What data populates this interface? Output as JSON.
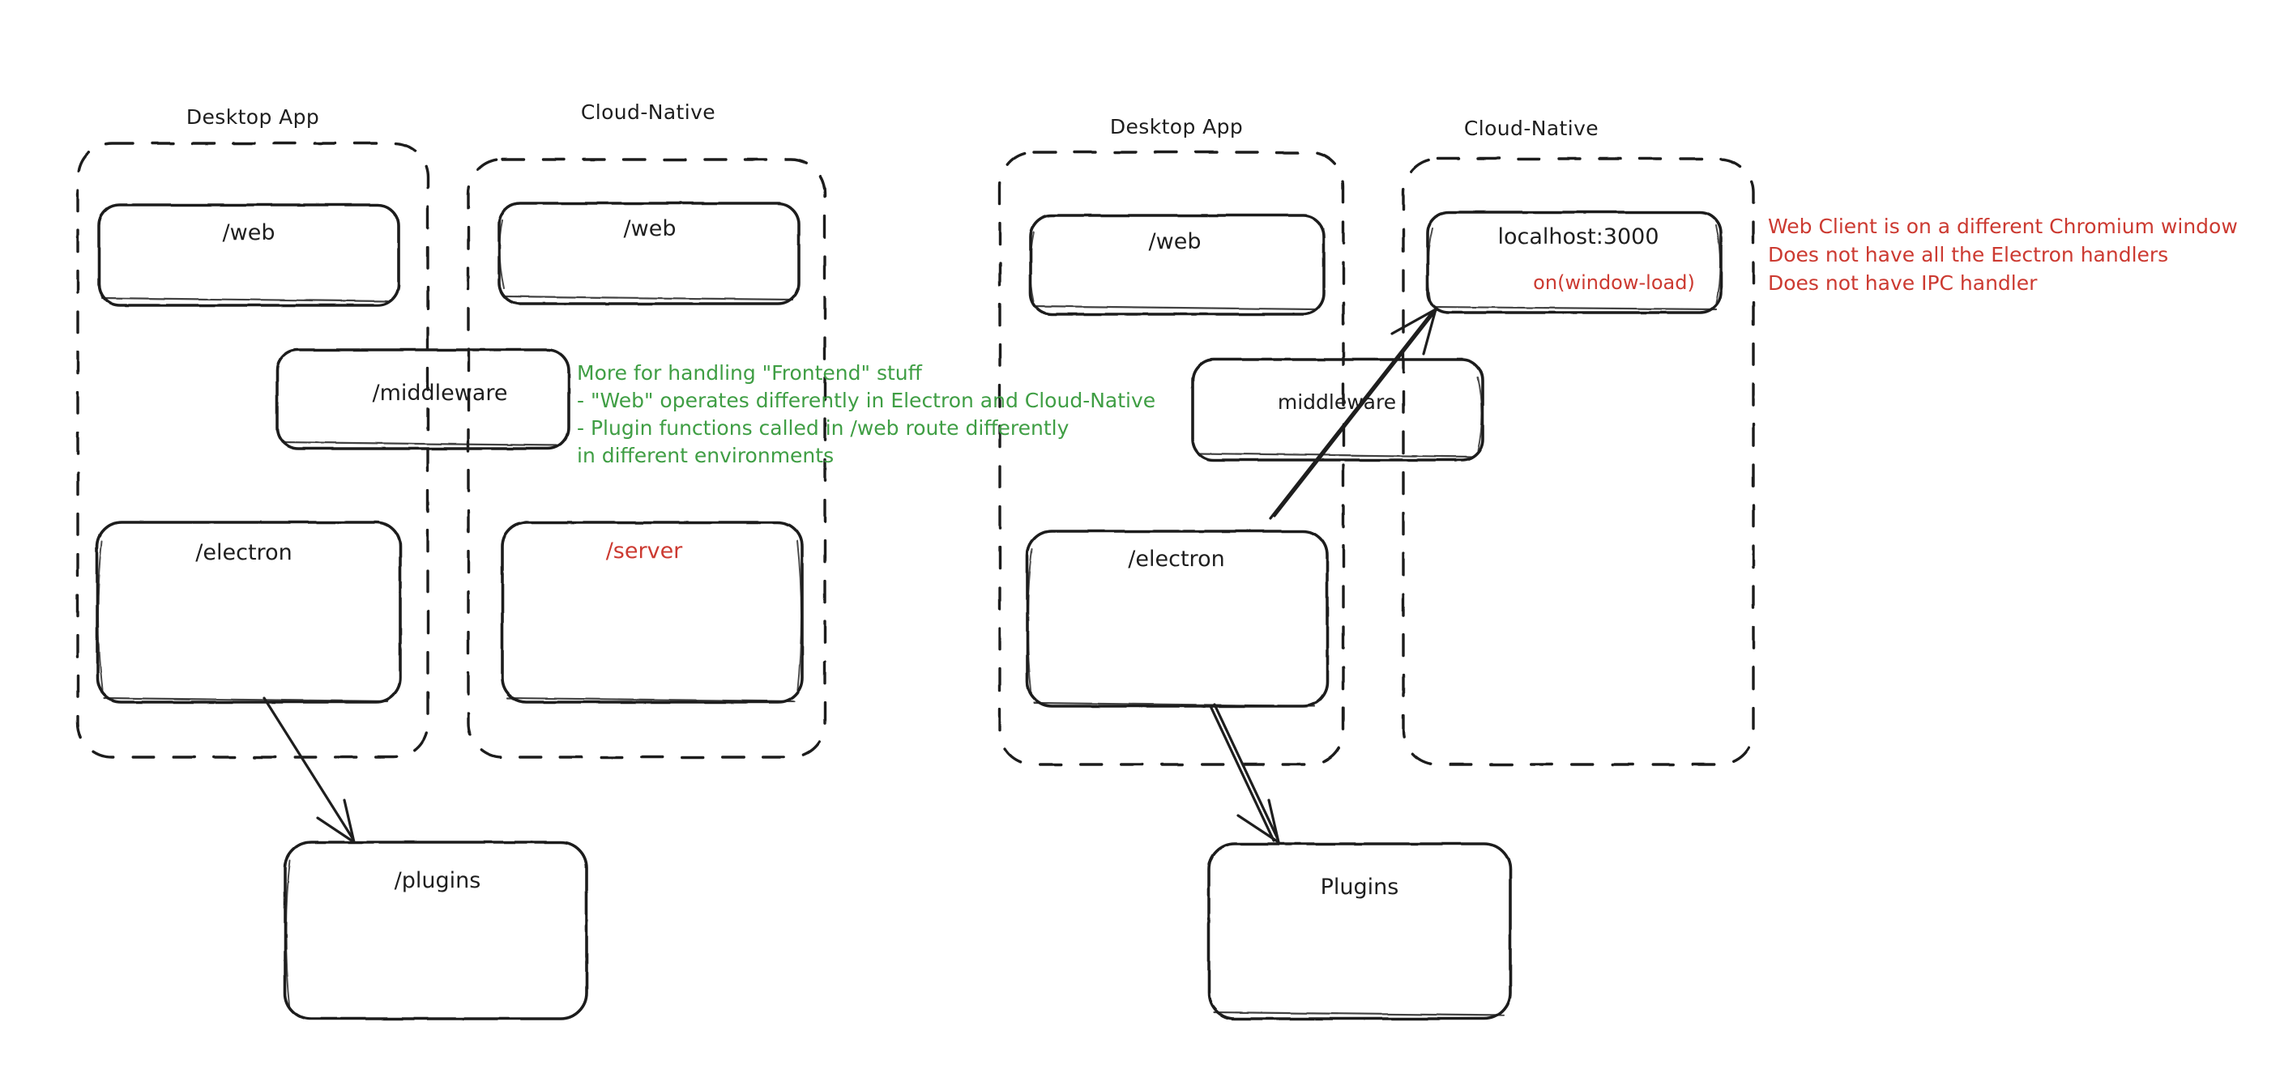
{
  "diagram": {
    "title": "Electron vs Cloud-Native routing architecture",
    "type": "hand-drawn architecture diagram",
    "colors": {
      "stroke": "#1e1e1e",
      "green_note": "#3f9e44",
      "red_note": "#cc3a31",
      "background": "#ffffff"
    }
  },
  "left_diagram": {
    "groups": [
      {
        "id": "left-desktop",
        "label": "Desktop App"
      },
      {
        "id": "left-cloud",
        "label": "Cloud-Native"
      }
    ],
    "boxes": [
      {
        "id": "left-desktop-web",
        "label": "/web",
        "color": "#1e1e1e"
      },
      {
        "id": "left-cloud-web",
        "label": "/web",
        "color": "#1e1e1e"
      },
      {
        "id": "left-middleware",
        "label": "/middleware",
        "color": "#1e1e1e"
      },
      {
        "id": "left-electron",
        "label": "/electron",
        "color": "#1e1e1e"
      },
      {
        "id": "left-server",
        "label": "/server",
        "color": "#cc3a31"
      },
      {
        "id": "left-plugins",
        "label": "/plugins",
        "color": "#1e1e1e"
      }
    ],
    "notes": [
      {
        "id": "left-green-note",
        "color": "#3f9e44",
        "lines": [
          "More for handling \"Frontend\" stuff",
          "- \"Web\" operates differently in Electron and Cloud-Native",
          "- Plugin functions called in /web route differently",
          "in different environments"
        ]
      }
    ],
    "arrows": [
      {
        "id": "left-electron-to-plugins",
        "from": "/electron",
        "to": "/plugins"
      }
    ]
  },
  "right_diagram": {
    "groups": [
      {
        "id": "right-desktop",
        "label": "Desktop App"
      },
      {
        "id": "right-cloud",
        "label": "Cloud-Native"
      }
    ],
    "boxes": [
      {
        "id": "right-desktop-web",
        "label": "/web",
        "color": "#1e1e1e"
      },
      {
        "id": "right-localhost",
        "label": "localhost:3000",
        "sublabel": "on(window-load)",
        "color": "#1e1e1e",
        "sublabel_color": "#cc3a31"
      },
      {
        "id": "right-middleware",
        "label": "middleware",
        "color": "#1e1e1e"
      },
      {
        "id": "right-electron",
        "label": "/electron",
        "color": "#1e1e1e"
      },
      {
        "id": "right-plugins",
        "label": "Plugins",
        "color": "#1e1e1e"
      }
    ],
    "notes": [
      {
        "id": "right-red-note",
        "color": "#cc3a31",
        "lines": [
          "Web Client is on a different Chromium window",
          "Does not have all the Electron handlers",
          "Does not have IPC handler"
        ]
      }
    ],
    "arrows": [
      {
        "id": "right-electron-to-localhost",
        "from": "/electron",
        "to": "localhost:3000"
      },
      {
        "id": "right-electron-to-plugins",
        "from": "/electron",
        "to": "Plugins"
      }
    ]
  }
}
